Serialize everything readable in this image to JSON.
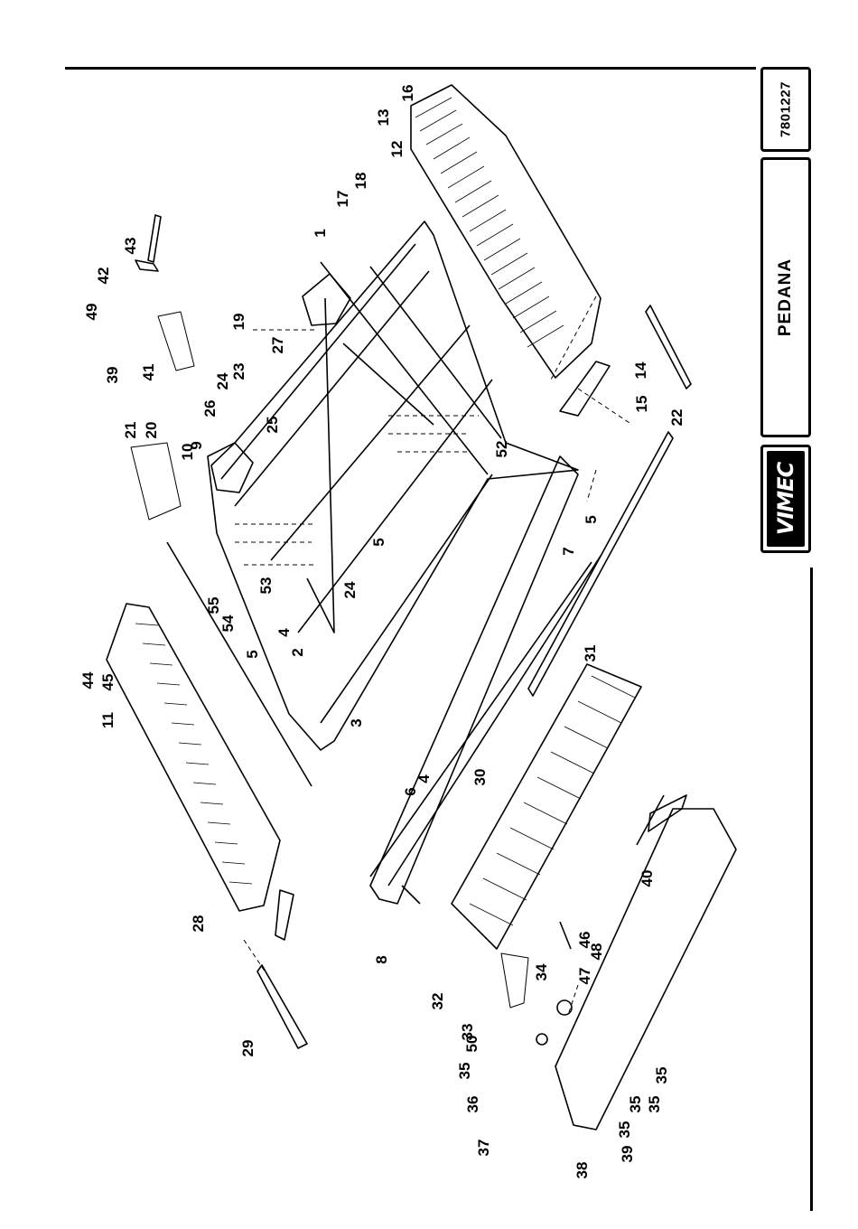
{
  "title_block": {
    "document_number": "7801227",
    "assembly_name": "PEDANA",
    "logo_text": "VIMEC"
  },
  "part_labels": [
    "1",
    "2",
    "3",
    "4",
    "4",
    "5",
    "5",
    "5",
    "6",
    "7",
    "8",
    "9",
    "10",
    "11",
    "12",
    "13",
    "14",
    "15",
    "16",
    "17",
    "18",
    "19",
    "20",
    "21",
    "22",
    "23",
    "24",
    "24",
    "25",
    "26",
    "27",
    "28",
    "29",
    "30",
    "31",
    "32",
    "33",
    "34",
    "35",
    "35",
    "35",
    "35",
    "35",
    "36",
    "37",
    "38",
    "39",
    "39",
    "40",
    "41",
    "42",
    "43",
    "44",
    "45",
    "46",
    "47",
    "48",
    "49",
    "50",
    "52",
    "53",
    "54",
    "55"
  ]
}
